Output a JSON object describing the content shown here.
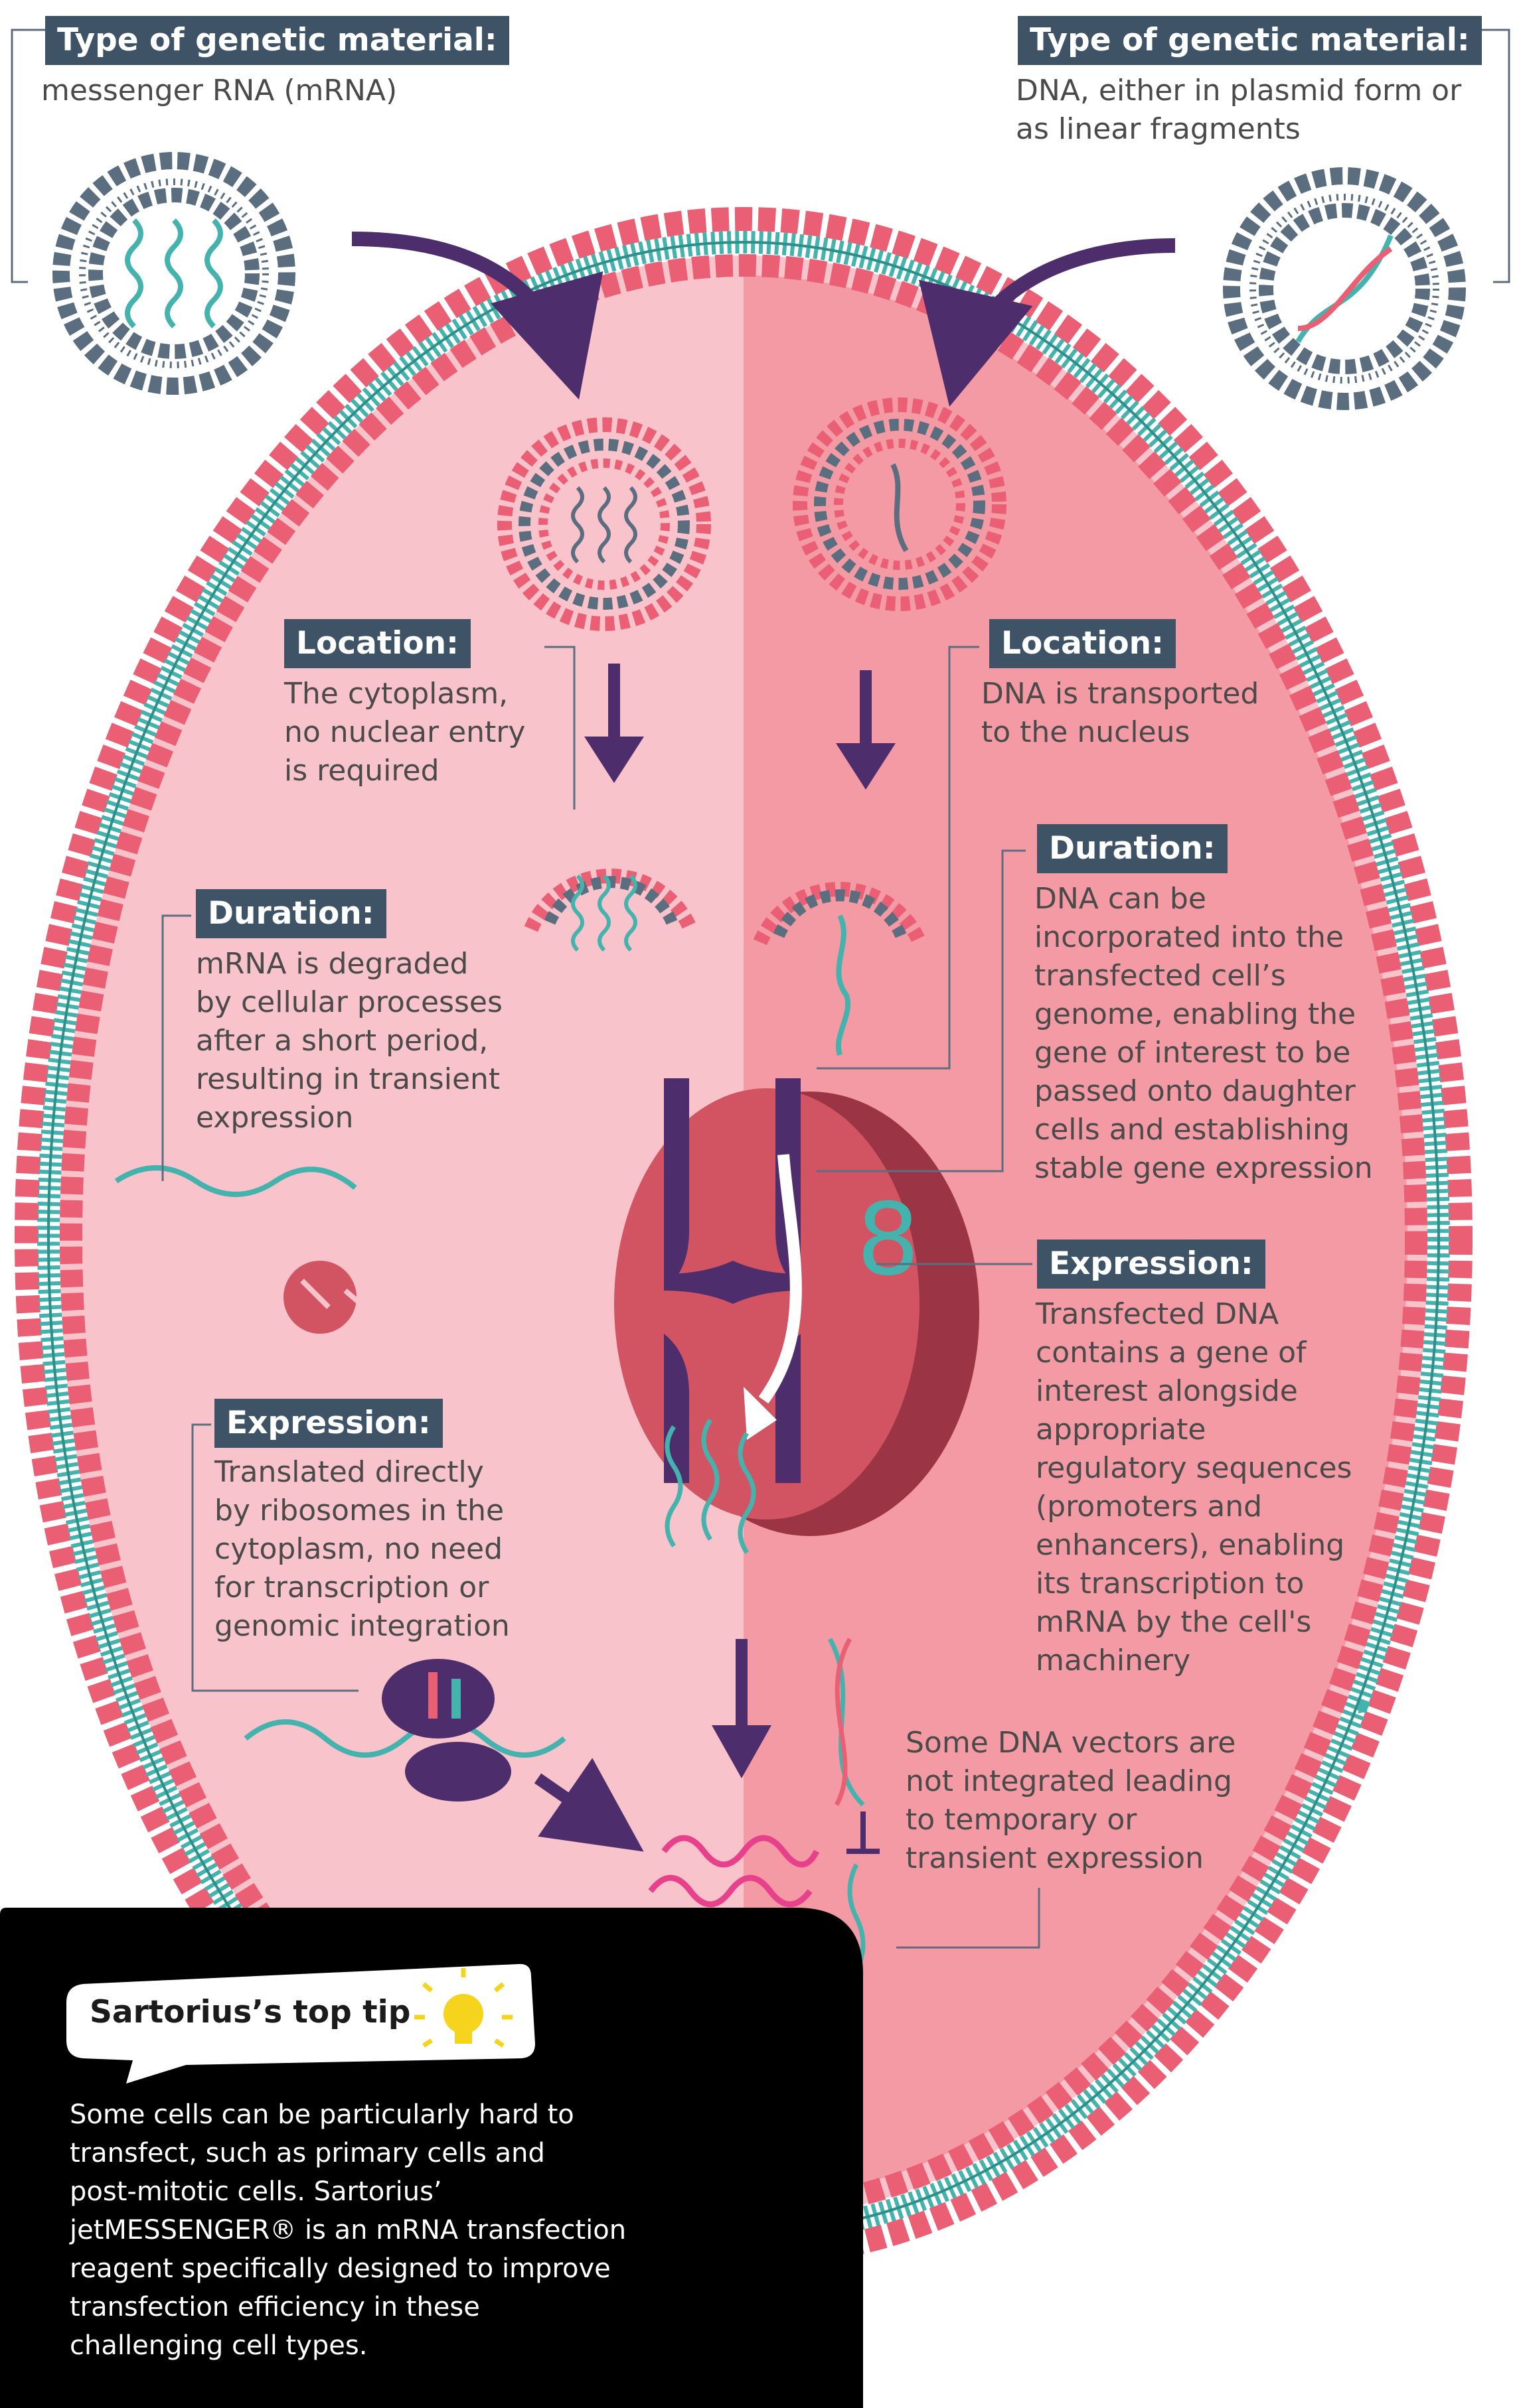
{
  "left": {
    "material": {
      "heading": "Type of genetic material:",
      "lines": [
        "messenger RNA (mRNA)"
      ]
    },
    "location": {
      "heading": "Location:",
      "lines": [
        "The cytoplasm,",
        "no nuclear entry",
        "is required"
      ]
    },
    "duration": {
      "heading": "Duration:",
      "lines": [
        "mRNA is degraded",
        "by cellular processes",
        "after a short period,",
        "resulting in transient",
        "expression"
      ]
    },
    "expression": {
      "heading": "Expression:",
      "lines": [
        "Translated directly",
        "by ribosomes in the",
        "cytoplasm, no need",
        "for transcription or",
        "genomic integration"
      ]
    }
  },
  "right": {
    "material": {
      "heading": "Type of genetic material:",
      "lines": [
        "DNA, either in plasmid form or",
        "as linear fragments"
      ]
    },
    "location": {
      "heading": "Location:",
      "lines": [
        "DNA is transported",
        "to the nucleus"
      ]
    },
    "duration": {
      "heading": "Duration:",
      "lines": [
        "DNA can be",
        "incorporated into the",
        "transfected cell’s",
        "genome, enabling the",
        "gene of interest to be",
        "passed onto daughter",
        "cells and establishing",
        "stable gene expression"
      ]
    },
    "expression": {
      "heading": "Expression:",
      "lines": [
        "Transfected DNA",
        "contains a gene of",
        "interest alongside",
        "appropriate",
        "regulatory sequences",
        "(promoters and",
        "enhancers), enabling",
        "its transcription to",
        "mRNA by the cell's",
        "machinery"
      ]
    },
    "transient_note": {
      "lines": [
        "Some DNA vectors are",
        "not integrated leading",
        "to temporary or",
        "transient expression"
      ]
    }
  },
  "tip": {
    "heading": "Sartorius’s top tip",
    "lines": [
      "Some cells can be particularly hard to",
      "transfect, such as primary cells and",
      "post-mitotic cells. Sartorius’",
      "jetMESSENGER® is an mRNA transfection",
      "reagent specifically designed to improve",
      "transfection efficiency in these",
      "challenging cell types."
    ]
  },
  "colors": {
    "label_bg": "#3f5366",
    "cell_left": "#f8c3ca",
    "cell_right": "#f49aa4",
    "membrane_head": "#ea5f74",
    "membrane_tail": "#44b3ad",
    "nucleus": "#d25463",
    "arrow": "#4e2d6d",
    "protein": "#e8418c",
    "tip_bg": "#000000",
    "bulb": "#f6d31c"
  },
  "icons": [
    "lipid-nanoparticle-icon",
    "mrna-strand-icon",
    "dna-helix-icon",
    "chromosome-icon",
    "ribosome-icon",
    "protein-icon",
    "lightbulb-icon"
  ]
}
